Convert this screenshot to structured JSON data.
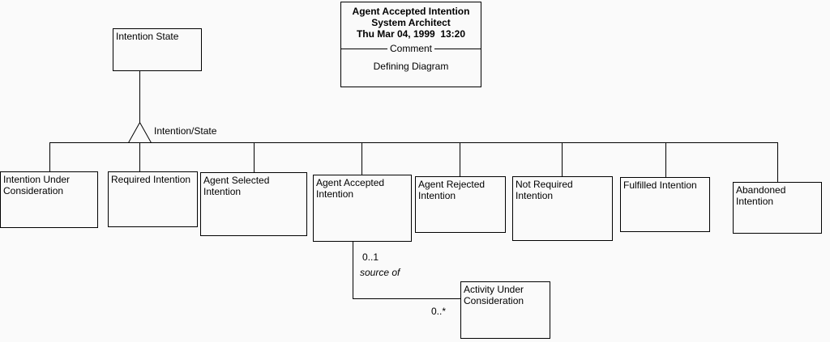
{
  "colors": {
    "background": "#fafafa",
    "line": "#000000",
    "text": "#000000"
  },
  "title_block": {
    "line1": "Agent Accepted Intention",
    "line2": "System Architect",
    "line3": "Thu Mar 04, 1999  13:20",
    "divider_label": "Comment",
    "body": "Defining Diagram"
  },
  "diagram": {
    "parent": {
      "label": "Intention State"
    },
    "generalization_label": "Intention/State",
    "children": [
      {
        "label": "Intention Under Consideration"
      },
      {
        "label": "Required Intention"
      },
      {
        "label": "Agent Selected Intention"
      },
      {
        "label": "Agent Accepted Intention"
      },
      {
        "label": "Agent Rejected Intention"
      },
      {
        "label": "Not Required Intention"
      },
      {
        "label": "Fulfilled Intention"
      },
      {
        "label": "Abandoned Intention"
      }
    ],
    "association": {
      "source_multiplicity": "0..1",
      "role": "source of",
      "target_multiplicity": "0..*",
      "target": {
        "label": "Activity Under Consideration"
      }
    }
  }
}
